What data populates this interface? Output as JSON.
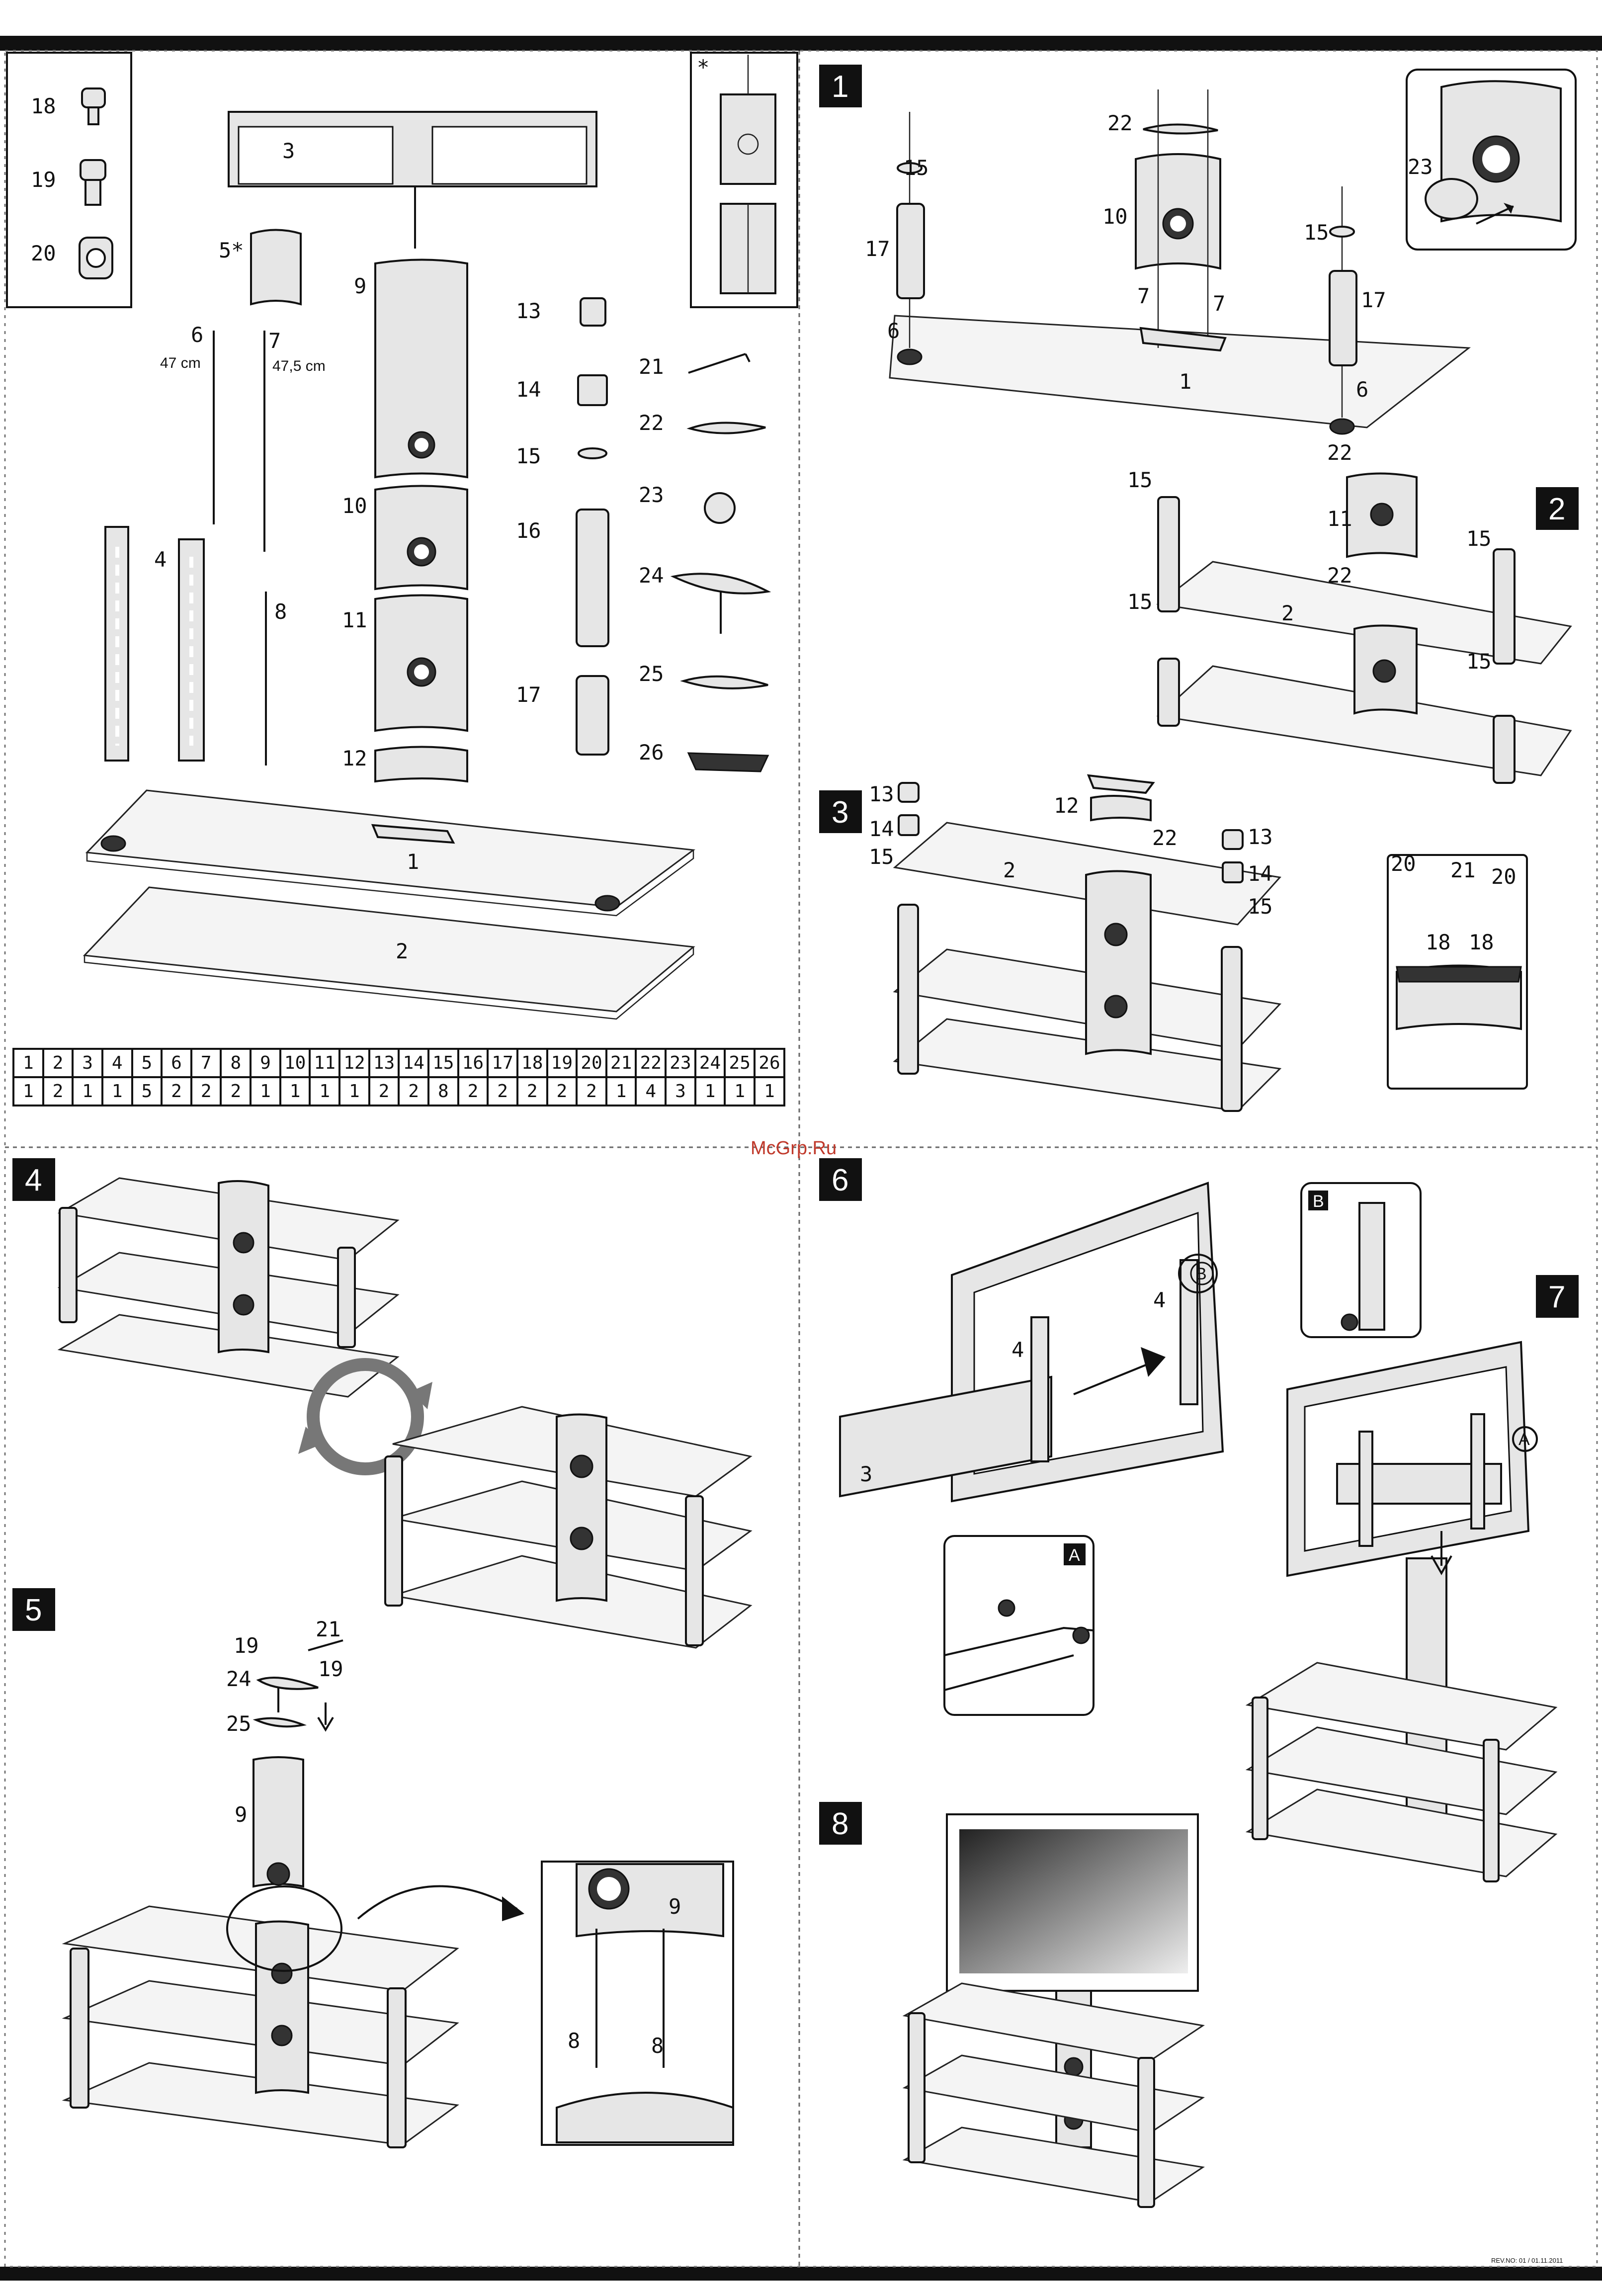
{
  "parts_list": {
    "numbers": [
      "1",
      "2",
      "3",
      "4",
      "5",
      "6",
      "7",
      "8",
      "9",
      "10",
      "11",
      "12",
      "13",
      "14",
      "15",
      "16",
      "17",
      "18",
      "19",
      "20",
      "21",
      "22",
      "23",
      "24",
      "25",
      "26"
    ],
    "quantities": [
      "1",
      "2",
      "1",
      "1",
      "5",
      "2",
      "2",
      "2",
      "1",
      "1",
      "1",
      "1",
      "2",
      "2",
      "8",
      "2",
      "2",
      "2",
      "2",
      "2",
      "1",
      "4",
      "3",
      "1",
      "1",
      "1"
    ]
  },
  "parts_panel": {
    "screws": [
      "18",
      "19",
      "20"
    ],
    "bracket": "3",
    "spacer_star": "5*",
    "star": "*",
    "rod_6": "6",
    "rod_6_length": "47 cm",
    "rod_7": "7",
    "rod_7_length": "47,5 cm",
    "rod_8": "8",
    "rails": "4",
    "column_top": "9",
    "column_mid_a": "10",
    "column_mid_b": "11",
    "column_cap": "12",
    "cap_13": "13",
    "bush_14": "14",
    "washer_15": "15",
    "tube_16": "16",
    "tube_17": "17",
    "key_21": "21",
    "plate_22": "22",
    "ring_23": "23",
    "mount_24": "24",
    "plate_25": "25",
    "base_26": "26",
    "shelf_1": "1",
    "shelf_2": "2"
  },
  "steps": {
    "s1": {
      "num": "1",
      "labels": [
        "15",
        "17",
        "6",
        "22",
        "10",
        "7",
        "7",
        "15",
        "17",
        "6",
        "1",
        "23"
      ]
    },
    "s2": {
      "num": "2",
      "labels": [
        "15",
        "22",
        "11",
        "15",
        "22",
        "15",
        "15",
        "2"
      ]
    },
    "s3": {
      "num": "3",
      "labels": [
        "13",
        "14",
        "15",
        "12",
        "22",
        "2",
        "13",
        "14",
        "15",
        "20",
        "21",
        "20",
        "18",
        "18"
      ]
    },
    "s4": {
      "num": "4"
    },
    "s5": {
      "num": "5",
      "labels": [
        "19",
        "21",
        "24",
        "19",
        "25",
        "9",
        "9",
        "8",
        "8"
      ]
    },
    "s6": {
      "num": "6",
      "labels": [
        "4",
        "4",
        "3"
      ],
      "callout_b": "B",
      "callout_a": "A"
    },
    "s7": {
      "num": "7",
      "callout_a": "A"
    },
    "s8": {
      "num": "8"
    }
  },
  "watermark": "McGrp.Ru",
  "footer": "REV.NO: 01 / 01.11.2011"
}
